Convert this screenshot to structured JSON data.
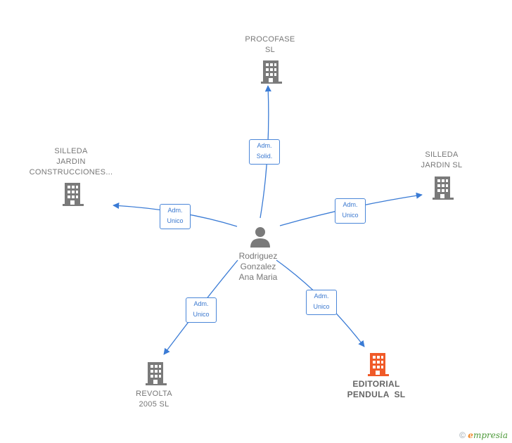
{
  "colors": {
    "edge": "#3a7bd5",
    "company_icon": "#7a7a7a",
    "highlight_icon": "#f05a28",
    "person_icon": "#7a7a7a"
  },
  "center": {
    "name_lines": [
      "Rodriguez",
      "Gonzalez",
      "Ana Maria"
    ],
    "icon": "person-icon"
  },
  "nodes": [
    {
      "id": "procofase",
      "name_lines": [
        "PROCOFASE",
        "SL"
      ],
      "icon": "building-icon",
      "highlight": false
    },
    {
      "id": "silleda-jardin-sl",
      "name_lines": [
        "SILLEDA",
        "JARDIN SL"
      ],
      "icon": "building-icon",
      "highlight": false
    },
    {
      "id": "silleda-jardin-construcciones",
      "name_lines": [
        "SILLEDA",
        "JARDIN",
        "CONSTRUCCIONES..."
      ],
      "icon": "building-icon",
      "highlight": false
    },
    {
      "id": "revolta",
      "name_lines": [
        "REVOLTA",
        "2005 SL"
      ],
      "icon": "building-icon",
      "highlight": false
    },
    {
      "id": "editorial-pendula",
      "name_lines": [
        "EDITORIAL",
        "PENDULA  SL"
      ],
      "icon": "building-icon",
      "highlight": true
    }
  ],
  "edges": [
    {
      "to": "procofase",
      "label_lines": [
        "Adm.",
        "Solid."
      ]
    },
    {
      "to": "silleda-jardin-sl",
      "label_lines": [
        "Adm.",
        "Unico"
      ]
    },
    {
      "to": "silleda-jardin-construcciones",
      "label_lines": [
        "Adm.",
        "Unico"
      ]
    },
    {
      "to": "revolta",
      "label_lines": [
        "Adm.",
        "Unico"
      ]
    },
    {
      "to": "editorial-pendula",
      "label_lines": [
        "Adm.",
        "Unico"
      ]
    }
  ],
  "brand": {
    "copyright_symbol": "©",
    "initial": "e",
    "rest": "mpresia"
  }
}
